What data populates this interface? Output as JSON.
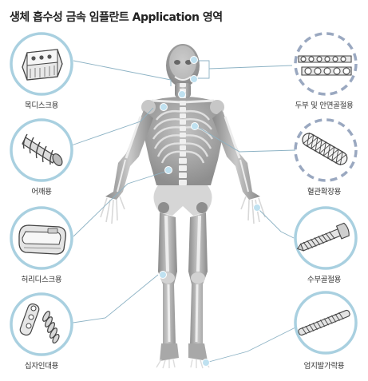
{
  "title": "생체 흡수성 금속 임플란트 Application 영역",
  "left_items": [
    {
      "label": "목디스크용",
      "icon": "neck-disc-cage-icon"
    },
    {
      "label": "어깨용",
      "icon": "shoulder-screw-icon"
    },
    {
      "label": "허리디스크용",
      "icon": "lumbar-disc-cage-icon"
    },
    {
      "label": "십자인대용",
      "icon": "cruciate-ligament-anchor-icon"
    }
  ],
  "right_items": [
    {
      "label": "두부 및 안면골절용",
      "icon": "bone-plate-icon"
    },
    {
      "label": "혈관확장용",
      "icon": "stent-icon"
    },
    {
      "label": "수부골절용",
      "icon": "bone-screw-icon"
    },
    {
      "label": "엄지발가락용",
      "icon": "threaded-pin-icon"
    }
  ],
  "colors": {
    "circle_solid": "#a9d0e0",
    "circle_dashed": "#9aa8c0",
    "marker": "#bfe1f0",
    "connector": "#8cb2c4",
    "skeleton_dark": "#6b6b6b",
    "skeleton_light": "#d2d2d2"
  }
}
